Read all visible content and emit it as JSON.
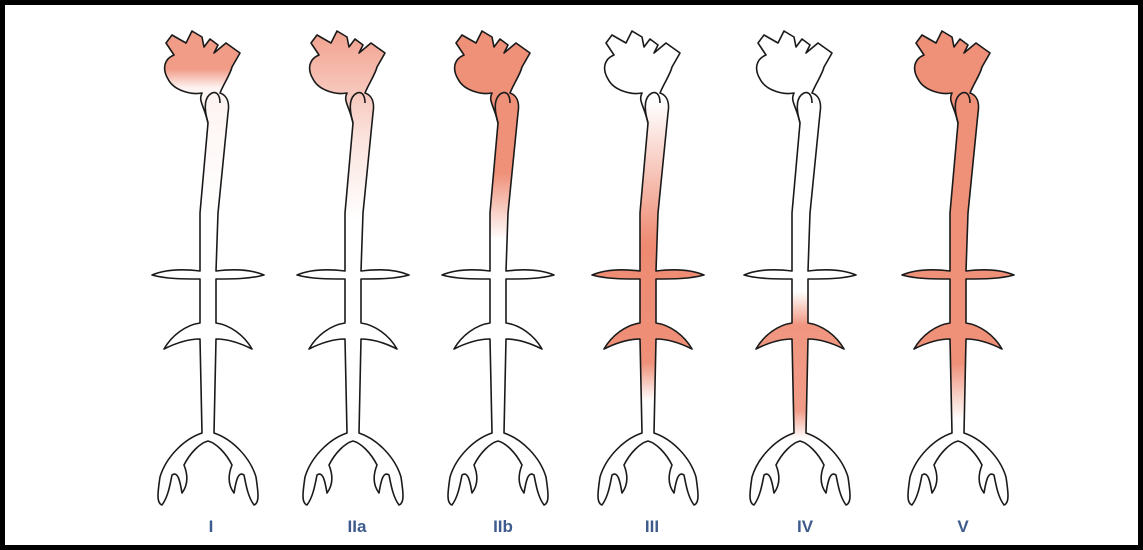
{
  "figure": {
    "diagrams": [
      {
        "label": "I",
        "label_key": "I"
      },
      {
        "label": "IIa",
        "label_key": "IIa"
      },
      {
        "label": "IIb",
        "label_key": "IIb"
      },
      {
        "label": "III",
        "label_key": "III"
      },
      {
        "label": "IV",
        "label_key": "IV"
      },
      {
        "label": "V",
        "label_key": "V"
      }
    ],
    "colors": {
      "dilation_fill": "#ee8a72",
      "outline": "#1a1a1a",
      "label_text": "#3d5b8c",
      "border": "#000000"
    }
  }
}
